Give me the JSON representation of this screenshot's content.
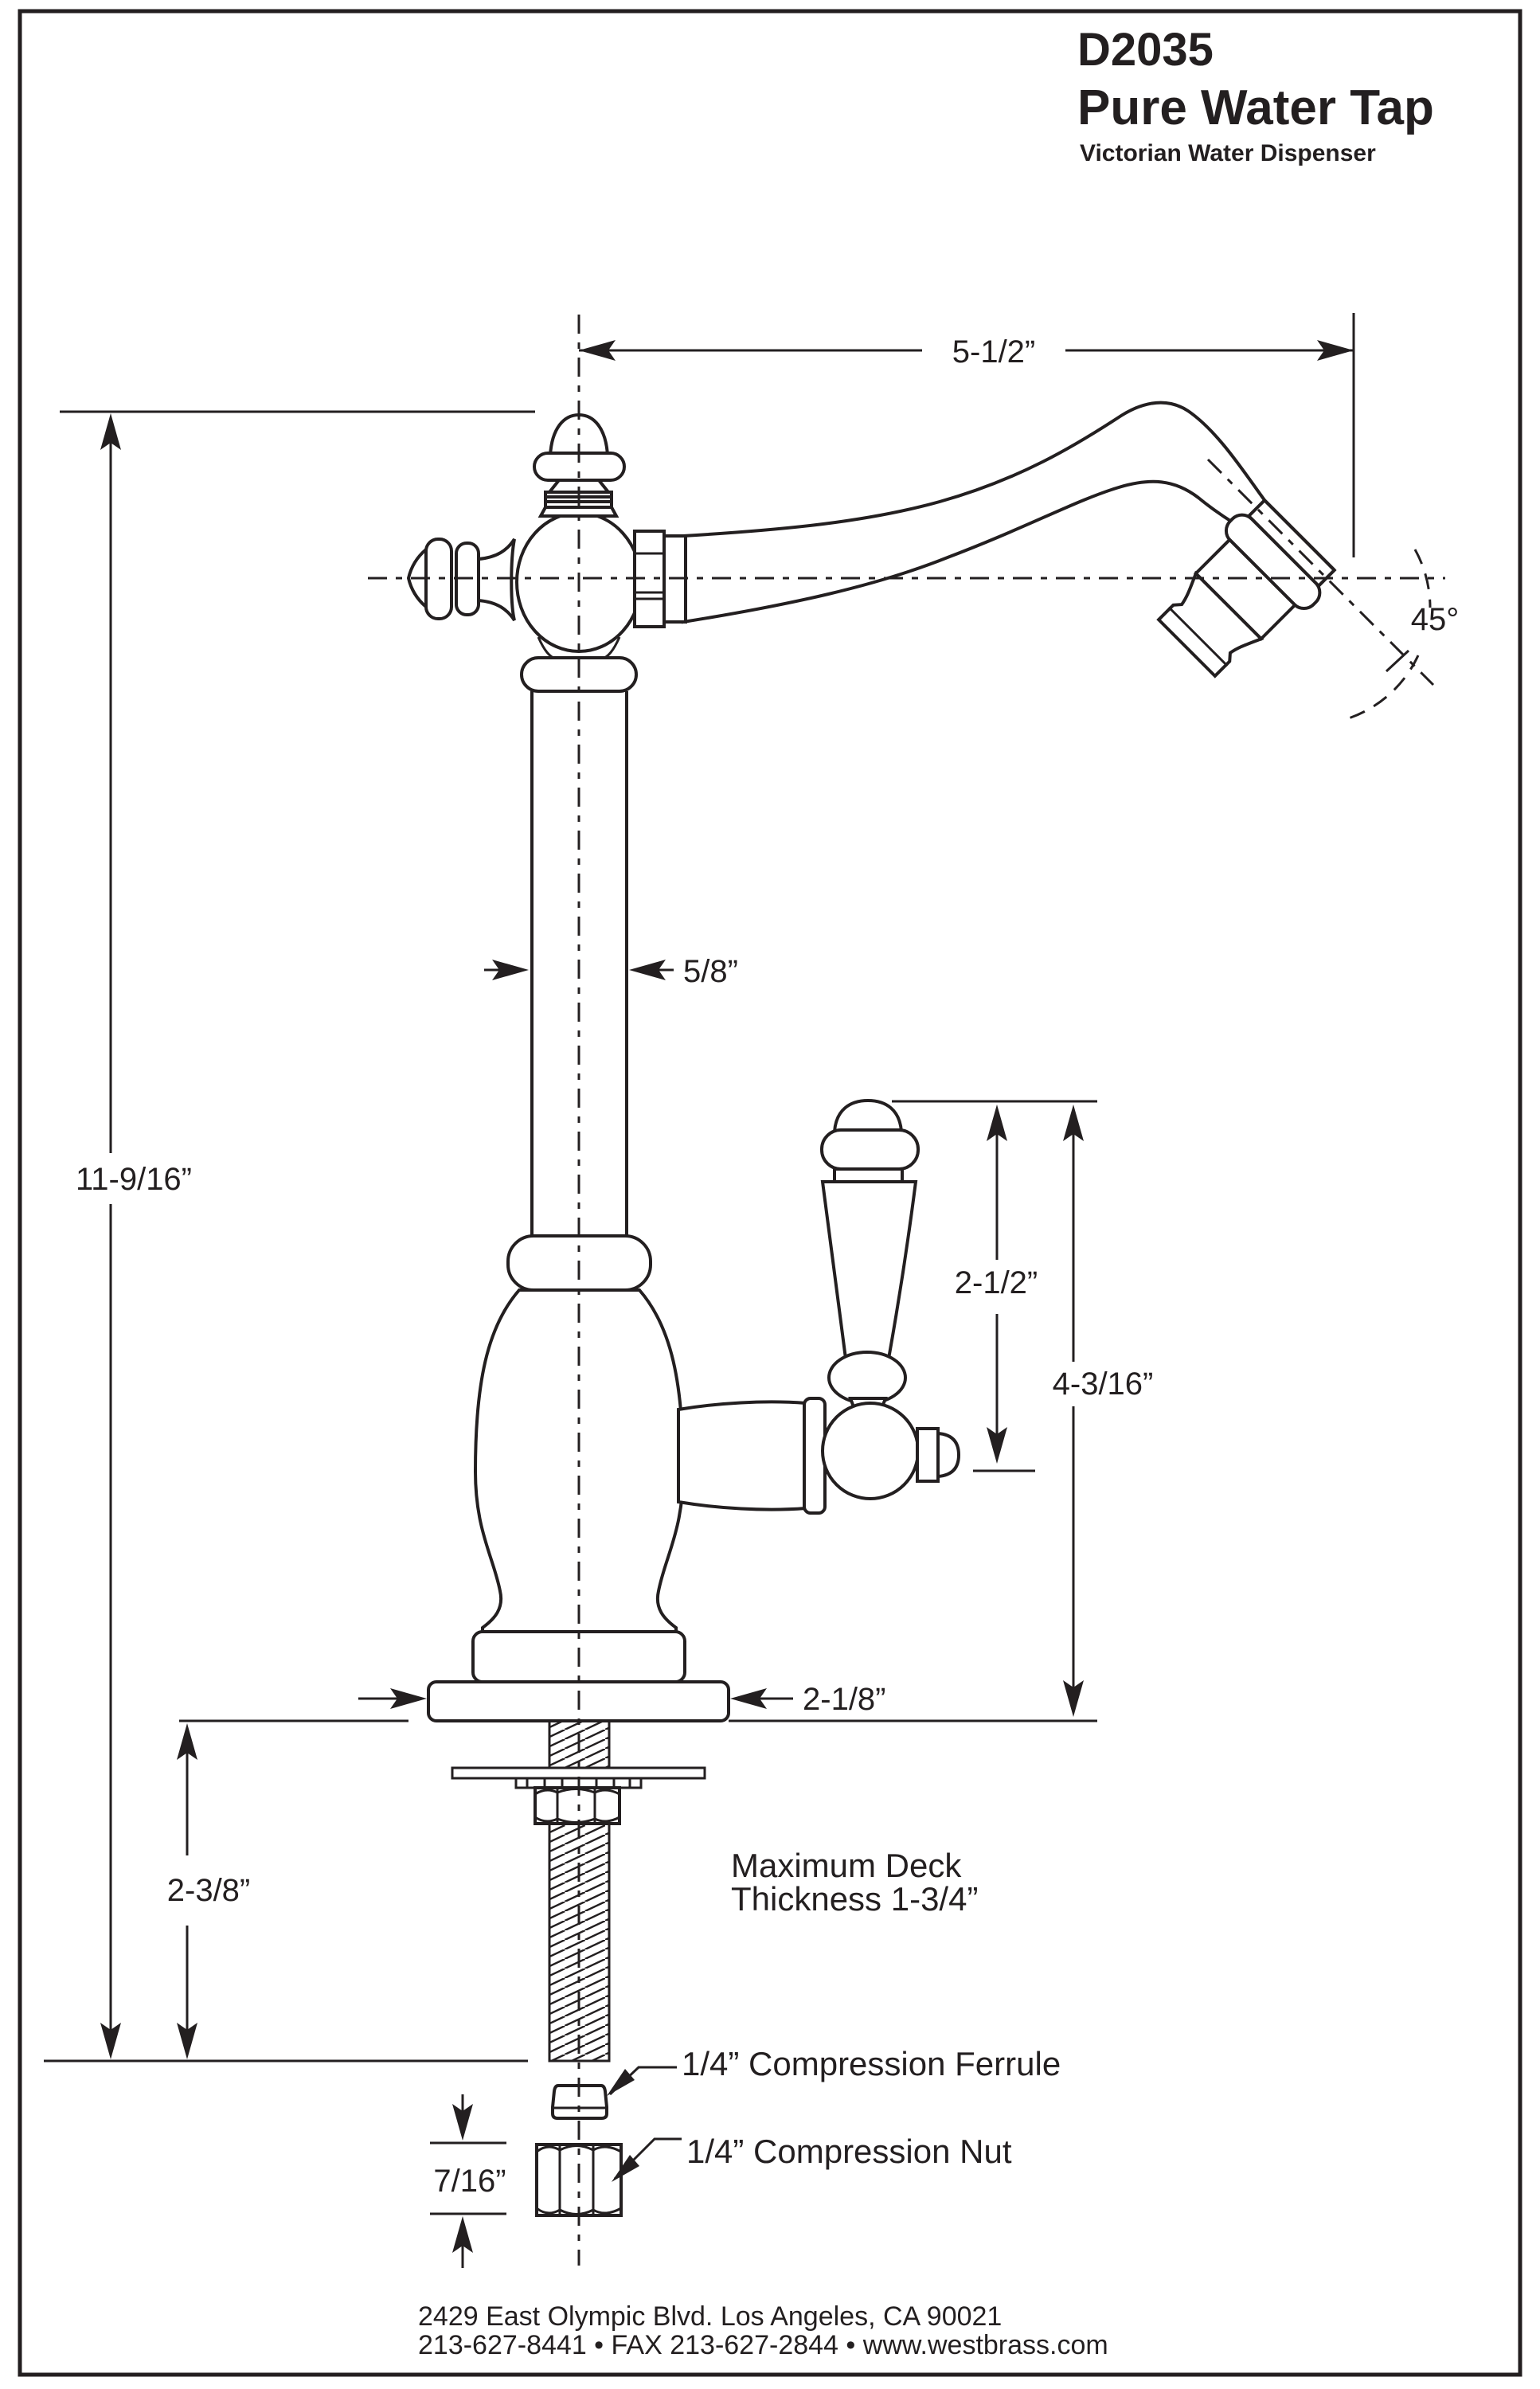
{
  "page": {
    "background": "#ffffff",
    "ink_color": "#231f20"
  },
  "title": {
    "model": "D2035",
    "product": "Pure Water Tap",
    "subtitle": "Victorian Water Dispenser"
  },
  "dimensions": {
    "spout_reach": "5-1/2”",
    "spout_angle": "45°",
    "column_width": "5/8”",
    "overall_height": "11-9/16”",
    "handle_height": "2-1/2”",
    "handle_to_deck": "4-3/16”",
    "base_width": "2-1/8”",
    "under_deck_length": "2-3/8”",
    "nut_height": "7/16”"
  },
  "notes": {
    "deck_line1": "Maximum Deck",
    "deck_line2": "Thickness 1-3/4”",
    "ferrule_label": "1/4” Compression Ferrule",
    "nut_label": "1/4” Compression Nut"
  },
  "footer": {
    "address": "2429 East Olympic Blvd. Los Angeles, CA  90021",
    "contact": "213-627-8441 • FAX 213-627-2844 • www.westbrass.com"
  }
}
